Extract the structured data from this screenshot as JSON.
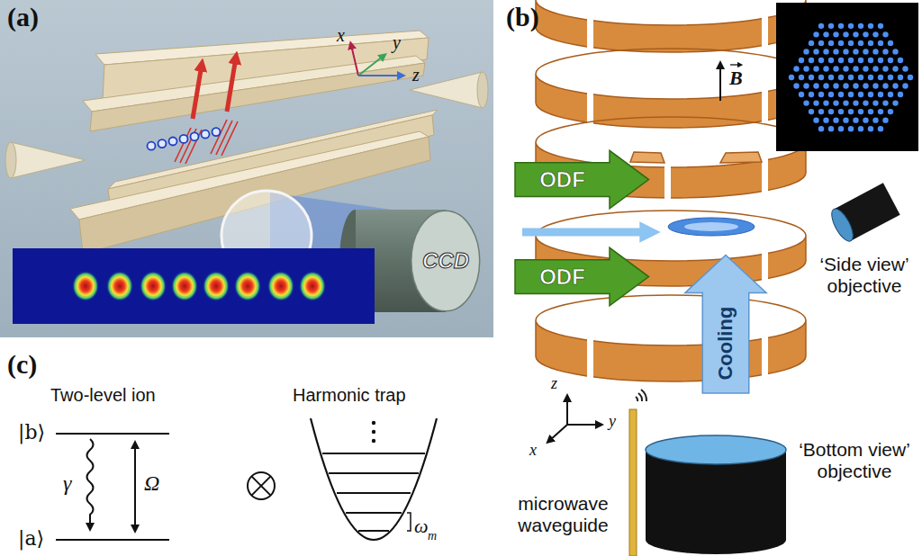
{
  "diagram": {
    "nodes": [
      {
        "text": [
          "CCD"
        ]
      },
      {
        "text": [
          "ODF"
        ]
      },
      {
        "text": [
          "ODF"
        ]
      },
      {
        "text": [
          "Cooling"
        ]
      }
    ],
    "labels": [
      "(a)",
      "x",
      "y",
      "z",
      "(b)",
      "B",
      "‘Side view’ objective",
      "‘Bottom view’ objective",
      "microwave waveguide",
      "z",
      "y",
      "x",
      "(c)",
      "Two-level ion",
      "|b⟩",
      "|a⟩",
      "γ",
      "Ω",
      "Harmonic trap",
      "ω",
      "m"
    ]
  }
}
